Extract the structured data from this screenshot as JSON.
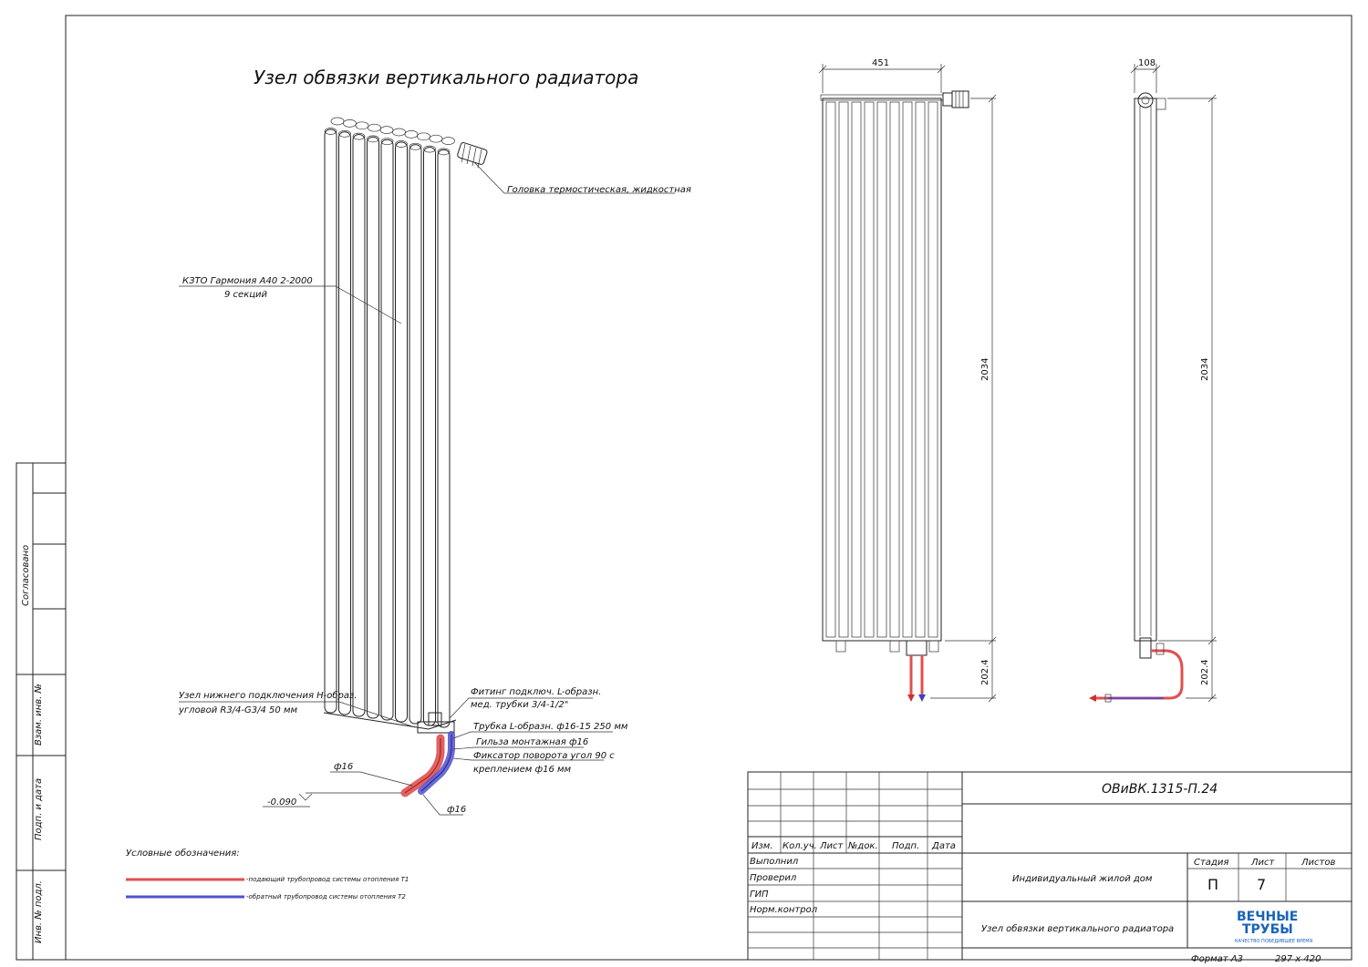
{
  "drawing": {
    "title": "Узел обвязки вертикального радиатора"
  },
  "callouts": {
    "thermo_head": "Головка термостическая, жидкостная",
    "radiator_model": "КЗТО Гармония А40 2-2000",
    "radiator_sections": "9 секций",
    "bottom_conn_1": "Узел нижнего подключения Н-образ.",
    "bottom_conn_2": "угловой R3/4-G3/4 50 мм",
    "fitting_1": "Фитинг подключ. L-образн.",
    "fitting_2": "мед. трубки 3/4-1/2\"",
    "tube": "Трубка L-образн. ф16-15 250 мм",
    "sleeve": "Гильза монтажная ф16",
    "fixator_1": "Фиксатор поворота угол 90 с",
    "fixator_2": "креплением ф16 мм",
    "dia_supply": "ф16",
    "dia_return": "ф16",
    "level": "-0.090"
  },
  "dimensions": {
    "front_width": "451",
    "front_height": "2034",
    "front_bottom": "202.4",
    "side_width": "108",
    "side_height": "2034",
    "side_bottom": "202.4"
  },
  "legend": {
    "title": "Условные обозначения:",
    "supply": "-подающий трубопровод системы отопления Т1",
    "return": "-обратный трубопровод системы отопления Т2",
    "supply_color": "#e05050",
    "return_color": "#5050d0"
  },
  "side_stamp": {
    "agreed": "Согласовано",
    "inv_replace": "Взам. инв. №",
    "sign_date": "Подп. и дата",
    "inv_orig": "Инв. № подл."
  },
  "title_block": {
    "code": "ОВиВК.1315-П.24",
    "headers": [
      "Изм.",
      "Кол.уч.",
      "Лист",
      "№док.",
      "Подп.",
      "Дата"
    ],
    "roles": [
      "Выполнил",
      "Проверил",
      "ГИП",
      "Норм.контрол"
    ],
    "object": "Индивидуальный жилой дом",
    "sheet_title": "Узел обвязки вертикального радиатора",
    "stage_label": "Стадия",
    "sheet_label": "Лист",
    "sheets_label": "Листов",
    "stage": "П",
    "sheet": "7",
    "sheets": "",
    "format": "Формат А3",
    "size": "297 х 420",
    "logo_line1": "ВЕЧНЫЕ",
    "logo_line2": "ТРУБЫ",
    "logo_tagline": "КАЧЕСТВО ПОБЕДИВШЕЕ ВРЕМЯ"
  }
}
